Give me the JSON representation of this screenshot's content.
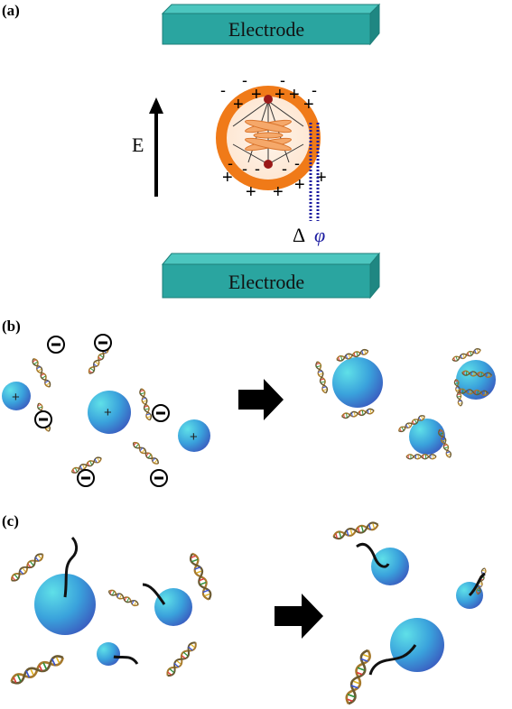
{
  "panels": {
    "a": {
      "label": "(a)"
    },
    "b": {
      "label": "(b)"
    },
    "c": {
      "label": "(c)"
    }
  },
  "electrodes": {
    "top_label": "Electrode",
    "bottom_label": "Electrode",
    "color": "#2aa5a0"
  },
  "field": {
    "label": "E"
  },
  "potential": {
    "delta": "Δ",
    "phi": "φ"
  },
  "charges": {
    "plus": "+",
    "minus": "-"
  },
  "colors": {
    "cell_ring": "#f07a18",
    "nanoparticle": "#3d8fd6",
    "arrow": "#000000",
    "dotted_line": "#1a1aa0"
  }
}
